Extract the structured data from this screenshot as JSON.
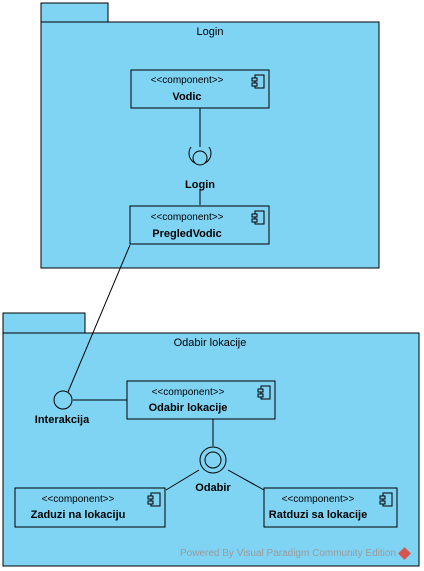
{
  "packages": {
    "login": {
      "label": "Login"
    },
    "odabir": {
      "label": "Odabir lokacije"
    }
  },
  "components": {
    "vodic": {
      "stereotype": "<<component>>",
      "name": "Vodic"
    },
    "pregled": {
      "stereotype": "<<component>>",
      "name": "PregledVodic"
    },
    "odabir": {
      "stereotype": "<<component>>",
      "name": "Odabir lokacije"
    },
    "zaduzi": {
      "stereotype": "<<component>>",
      "name": "Zaduzi na lokaciju"
    },
    "ratduzi": {
      "stereotype": "<<component>>",
      "name": "Ratduzi sa lokacije"
    }
  },
  "interfaces": {
    "login": "Login",
    "interakcija": "Interakcija",
    "odabir": "Odabir"
  },
  "watermark": {
    "text": "Powered By  Visual Paradigm Community Edition"
  },
  "colors": {
    "package_fill": "#7fd4f4",
    "component_fill": "#7fd4f4",
    "outline": "#000000"
  }
}
